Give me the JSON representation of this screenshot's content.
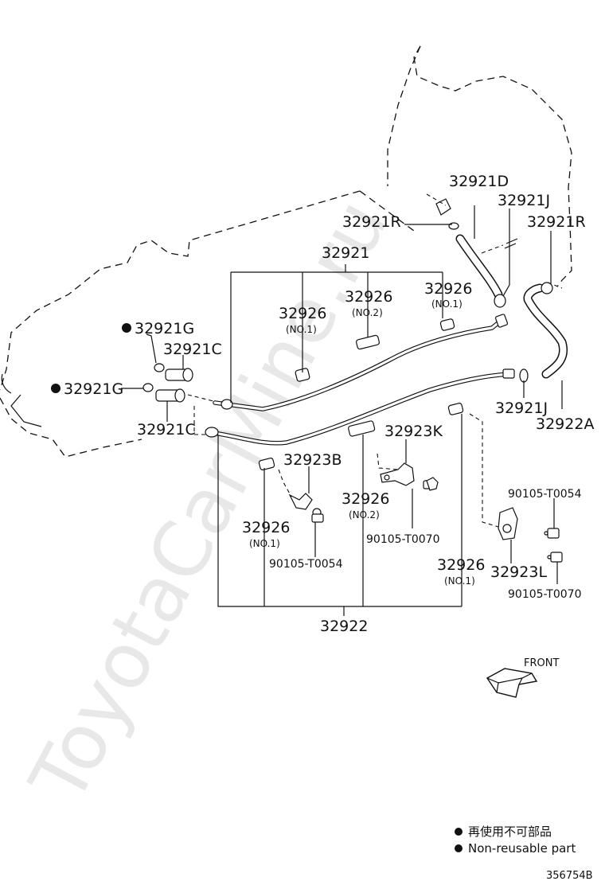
{
  "watermark": "ToyotaCarMine.ru",
  "labels": {
    "p32921": "32921",
    "p32921D": "32921D",
    "p32921J_top": "32921J",
    "p32921R_left": "32921R",
    "p32921R_right": "32921R",
    "p32921G_upper": "32921G",
    "p32921G_lower": "32921G",
    "p32921C_upper": "32921C",
    "p32921C_lower": "32921C",
    "p32926_a": "32926",
    "p32926_b": "32926",
    "p32926_c": "32926",
    "p32926_d": "32926",
    "p32926_e": "32926",
    "p32926_f": "32926",
    "no1_a": "(NO.1)",
    "no2_b": "(NO.2)",
    "no1_c": "(NO.1)",
    "no1_d": "(NO.1)",
    "no2_e": "(NO.2)",
    "no1_f": "(NO.1)",
    "p32921J_bottom": "32921J",
    "p32922A": "32922A",
    "p32923K": "32923K",
    "p32923B": "32923B",
    "p32923L": "32923L",
    "bolt_t0070_mid": "90105-T0070",
    "bolt_t0054_left": "90105-T0054",
    "bolt_t0054_right": "90105-T0054",
    "bolt_t0070_right": "90105-T0070",
    "p32922": "32922",
    "front": "FRONT"
  },
  "legend": {
    "line1": "再使用不可部品",
    "line2": "Non-reusable part"
  },
  "diagram_id": "356754B"
}
